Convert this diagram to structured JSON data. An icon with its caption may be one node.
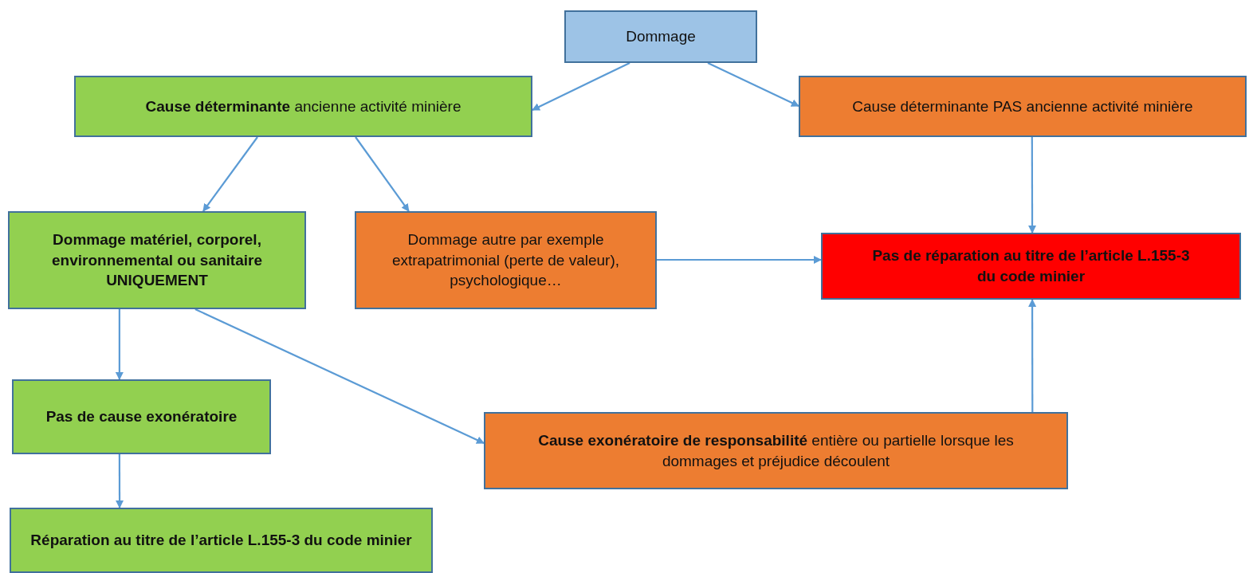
{
  "diagram": {
    "nodes": [
      {
        "text": [
          "Dommage"
        ]
      },
      {
        "text": [
          "**Cause déterminante** ancienne activité minière"
        ]
      },
      {
        "text": [
          "Cause déterminante PAS ancienne activité minière"
        ]
      },
      {
        "text": [
          "Dommage matériel, corporel, environnemental ou sanitaire UNIQUEMENT"
        ]
      },
      {
        "text": [
          "Dommage autre par exemple extrapatrimonial (perte de valeur), psychologique…"
        ]
      },
      {
        "text": [
          "Pas de réparation au titre de l’article L.155-3 du code minier"
        ]
      },
      {
        "text": [
          "Pas de cause exonératoire"
        ]
      },
      {
        "text": [
          "**Cause exonératoire de responsabilité** entière ou partielle lorsque les dommages et préjudice découlent"
        ]
      },
      {
        "text": [
          "Réparation au titre de l’article L.155-3 du code minier"
        ]
      }
    ],
    "edges": [
      {
        "from": 0,
        "to": 1,
        "arrow": "to"
      },
      {
        "from": 0,
        "to": 2,
        "arrow": "to"
      },
      {
        "from": 1,
        "to": 3,
        "arrow": "to"
      },
      {
        "from": 1,
        "to": 4,
        "arrow": "to"
      },
      {
        "from": 2,
        "to": 5,
        "arrow": "to"
      },
      {
        "from": 4,
        "to": 5,
        "arrow": "to"
      },
      {
        "from": 3,
        "to": 6,
        "arrow": "to"
      },
      {
        "from": 3,
        "to": 7,
        "arrow": "to"
      },
      {
        "from": 6,
        "to": 8,
        "arrow": "to"
      },
      {
        "from": 7,
        "to": 5,
        "arrow": "to"
      }
    ]
  }
}
